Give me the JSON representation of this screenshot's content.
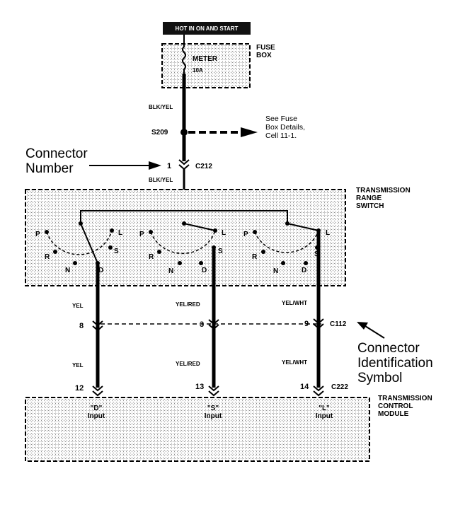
{
  "header": {
    "hot_label": "HOT IN ON AND START"
  },
  "fuse_box": {
    "title_line1": "FUSE",
    "title_line2": "BOX",
    "fuse_name": "METER",
    "fuse_rating": "10A"
  },
  "wires": {
    "top_color_1": "BLK/YEL",
    "top_color_2": "BLK/YEL",
    "left_color_upper": "YEL",
    "left_color_lower": "YEL",
    "mid_color_upper": "YEL/RED",
    "mid_color_lower": "YEL/RED",
    "right_color_upper": "YEL/WHT",
    "right_color_lower": "YEL/WHT"
  },
  "splice": {
    "label": "S209"
  },
  "fuse_note": {
    "line1": "See Fuse",
    "line2": "Box Details,",
    "line3": "Cell 11-1."
  },
  "connector_c212": {
    "pin": "1",
    "name": "C212"
  },
  "callouts": {
    "connector_number_line1": "Connector",
    "connector_number_line2": "Number",
    "conn_id_line1": "Connector",
    "conn_id_line2": "Identification",
    "conn_id_line3": "Symbol"
  },
  "range_switch": {
    "title_line1": "TRANSMISSION",
    "title_line2": "RANGE",
    "title_line3": "SWITCH",
    "positions": [
      "P",
      "R",
      "N",
      "D",
      "S",
      "L"
    ]
  },
  "connector_c112": {
    "pins": [
      "8",
      "3",
      "9"
    ],
    "name": "C112"
  },
  "connector_c222": {
    "pins": [
      "12",
      "13",
      "14"
    ],
    "name": "C222"
  },
  "control_module": {
    "title_line1": "TRANSMISSION",
    "title_line2": "CONTROL",
    "title_line3": "MODULE",
    "inputs": [
      {
        "line1": "\"D\"",
        "line2": "Input"
      },
      {
        "line1": "\"S\"",
        "line2": "Input"
      },
      {
        "line1": "\"L\"",
        "line2": "Input"
      }
    ]
  }
}
